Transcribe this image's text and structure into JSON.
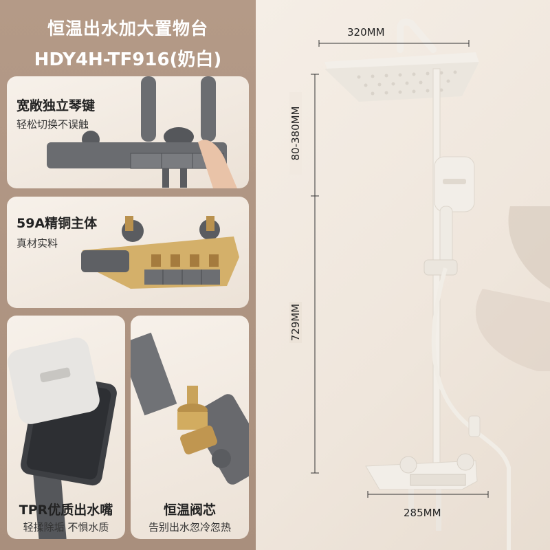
{
  "header": {
    "title": "恒温出水加大置物台",
    "model": "HDY4H-TF916(奶白)"
  },
  "features": [
    {
      "title": "宽敞独立琴键",
      "subtitle": "轻松切换不误触"
    },
    {
      "title": "59A精铜主体",
      "subtitle": "真材实料"
    },
    {
      "title": "TPR优质出水嘴",
      "subtitle": "轻揉除垢 不惧水质"
    },
    {
      "title": "恒温阀芯",
      "subtitle": "告别出水忽冷忽热"
    }
  ],
  "dimensions": {
    "top_width": "320MM",
    "upper_height": "80-380MM",
    "main_height": "729MM",
    "bottom_width": "285MM"
  },
  "colors": {
    "left_panel": "#ad9380",
    "card": "#f3ece4",
    "product_white": "#f1ede6",
    "gunmetal": "#5b5d61",
    "brass": "#c9a35a"
  }
}
